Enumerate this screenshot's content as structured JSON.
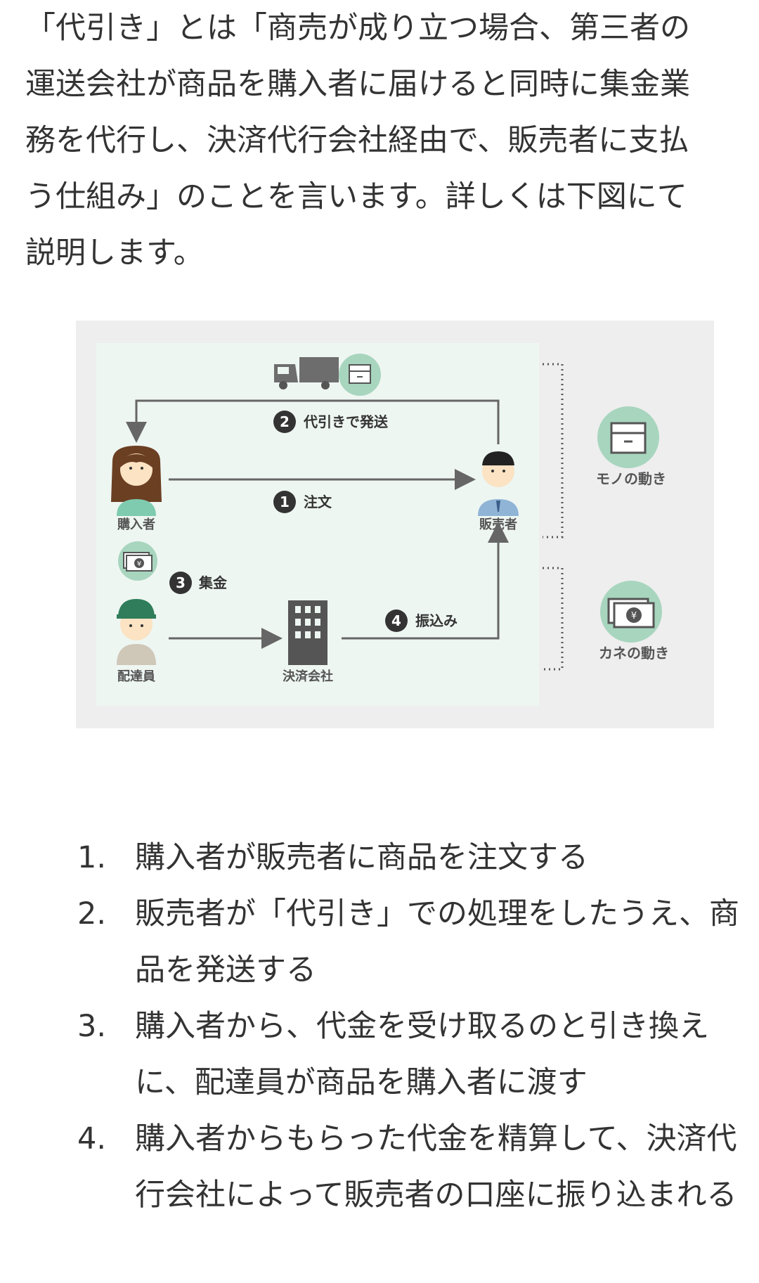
{
  "intro": {
    "lines": [
      "「代引き」とは「商売が成り立つ場合、第三者の",
      "運送会社が商品を購入者に届けると同時に集金業",
      "務を代行し、決済代行会社経由で、販売者に支払",
      "う仕組み」のことを言います。詳しくは下図にて",
      "説明します。"
    ]
  },
  "diagram": {
    "buyer_label": "購入者",
    "seller_label": "販売者",
    "courier_label": "配達員",
    "company_label": "決済会社",
    "step1_num": "1",
    "step1_label": "注文",
    "step2_num": "2",
    "step2_label": "代引きで発送",
    "step3_num": "3",
    "step3_label": "集金",
    "step4_num": "4",
    "step4_label": "振込み",
    "yen_symbol": "¥",
    "legend_goods": "モノの動き",
    "legend_money": "カネの動き",
    "colors": {
      "panel": "#eef6f2",
      "frame": "#eeeeee",
      "icon_circle": "#a8d5be",
      "arrow": "#666666",
      "badge": "#333333"
    }
  },
  "steps": [
    {
      "num": "1.",
      "text": "購入者が販売者に商品を注文する"
    },
    {
      "num": "2.",
      "text": "販売者が「代引き」での処理をしたうえ、商品を発送する"
    },
    {
      "num": "3.",
      "text": "購入者から、代金を受け取るのと引き換えに、配達員が商品を購入者に渡す"
    },
    {
      "num": "4.",
      "text": "購入者からもらった代金を精算して、決済代行会社によって販売者の口座に振り込まれる"
    }
  ]
}
